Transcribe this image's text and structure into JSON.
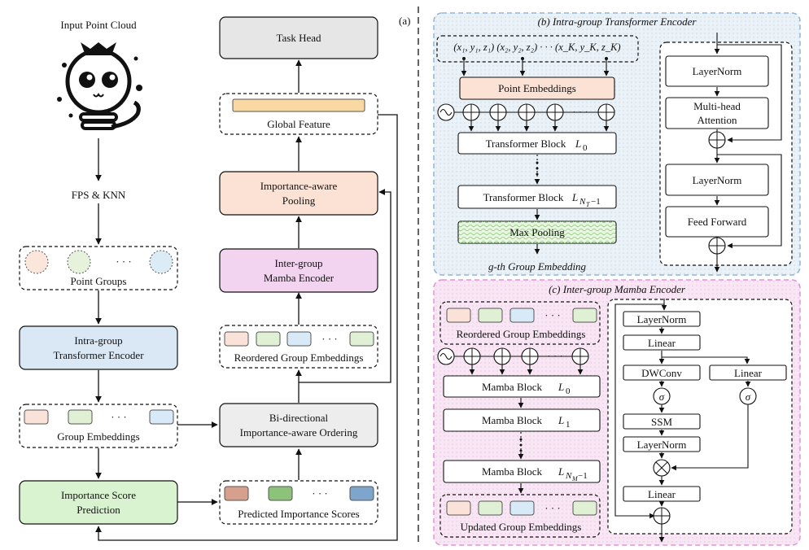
{
  "panel_a": {
    "label": "(a)",
    "input_title": "Input Point Cloud",
    "fps_knn": "FPS & KNN",
    "point_groups": "Point Groups",
    "intra_encoder": [
      "Intra-group",
      "Transformer Encoder"
    ],
    "group_embeddings": "Group Embeddings",
    "importance_pred": [
      "Importance Score",
      "Prediction"
    ],
    "predicted_scores": "Predicted Importance Scores",
    "bi_ordering": [
      "Bi-directional",
      "Importance-aware Ordering"
    ],
    "reordered": "Reordered Group Embeddings",
    "inter_encoder": [
      "Inter-group",
      "Mamba Encoder"
    ],
    "pooling": [
      "Importance-aware",
      "Pooling"
    ],
    "global_feature": "Global Feature",
    "task_head": "Task Head",
    "dots": "· · ·"
  },
  "panel_b": {
    "title": "(b) Intra-group Transformer Encoder",
    "point_embeddings": "Point Embeddings",
    "tblock0": "Transformer Block",
    "tblock0_sym": "L",
    "tblock0_sub": "0",
    "tblockN": "Transformer Block",
    "tblockN_sym": "L",
    "tblockN_sub": "N",
    "tblockN_subsub": "T",
    "tblockN_tail": "−1",
    "maxpool": "Max Pooling",
    "gth": "g-th Group Embedding",
    "layernorm1": "LayerNorm",
    "mha": [
      "Multi-head",
      "Attention"
    ],
    "layernorm2": "LayerNorm",
    "ffn": "Feed Forward",
    "coords": "(x₁, y₁, z₁) (x₂, y₂, z₂)  · · ·  (x_K, y_K, z_K)"
  },
  "panel_c": {
    "title": "(c) Inter-group Mamba Encoder",
    "reordered": "Reordered Group Embeddings",
    "mblock": "Mamba Block",
    "mblock0_sub": "0",
    "mblock1_sub": "1",
    "mblockN_sub": "N",
    "mblockN_subsub": "M",
    "mblockN_tail": "−1",
    "updated": "Updated Group Embeddings",
    "layernorm": "LayerNorm",
    "linear1": "Linear",
    "dwconv": "DWConv",
    "linear2": "Linear",
    "sigma": "σ",
    "ssm": "SSM",
    "layernorm2": "LayerNorm",
    "linear3": "Linear"
  },
  "colors": {
    "intra_blue": "#dae8f6",
    "importance_green": "#d9f2d0",
    "ordering_gray": "#ededed",
    "mamba_pink": "#f2d3f0",
    "pooling_peach": "#fbe2d4",
    "task_gray": "#e6e6e6",
    "panel_b_bg": "#eaf1f7",
    "panel_c_bg": "#f8e6f4",
    "global_bar": "#f9d8a2"
  }
}
